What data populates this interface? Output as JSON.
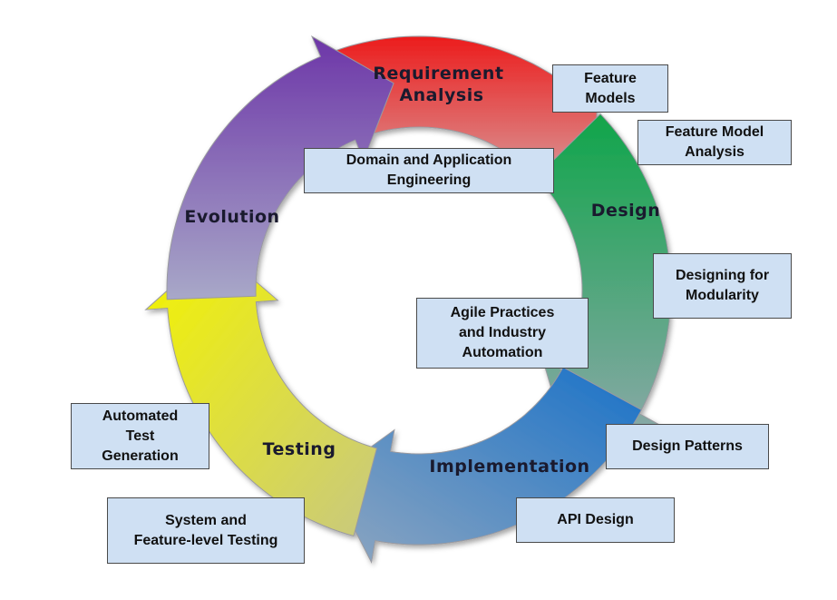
{
  "phases": {
    "requirement": "Requirement\nAnalysis",
    "design": "Design",
    "implementation": "Implementation",
    "testing": "Testing",
    "evolution": "Evolution"
  },
  "boxes": {
    "feature_models": "Feature\nModels",
    "feature_model_analysis": "Feature Model\nAnalysis",
    "domain_engineering": "Domain and Application\nEngineering",
    "designing_modularity": "Designing for\nModularity",
    "agile_practices": "Agile Practices\nand Industry\nAutomation",
    "design_patterns": "Design Patterns",
    "api_design": "API Design",
    "automated_test_generation": "Automated\nTest\nGeneration",
    "system_testing": "System and\nFeature-level Testing"
  },
  "colors": {
    "requirement": "#e8201e",
    "design": "#17a24f",
    "implementation": "#1575c4",
    "testing": "#f2f20c",
    "evolution": "#6f3ca8",
    "box_fill": "#cfe0f3"
  }
}
